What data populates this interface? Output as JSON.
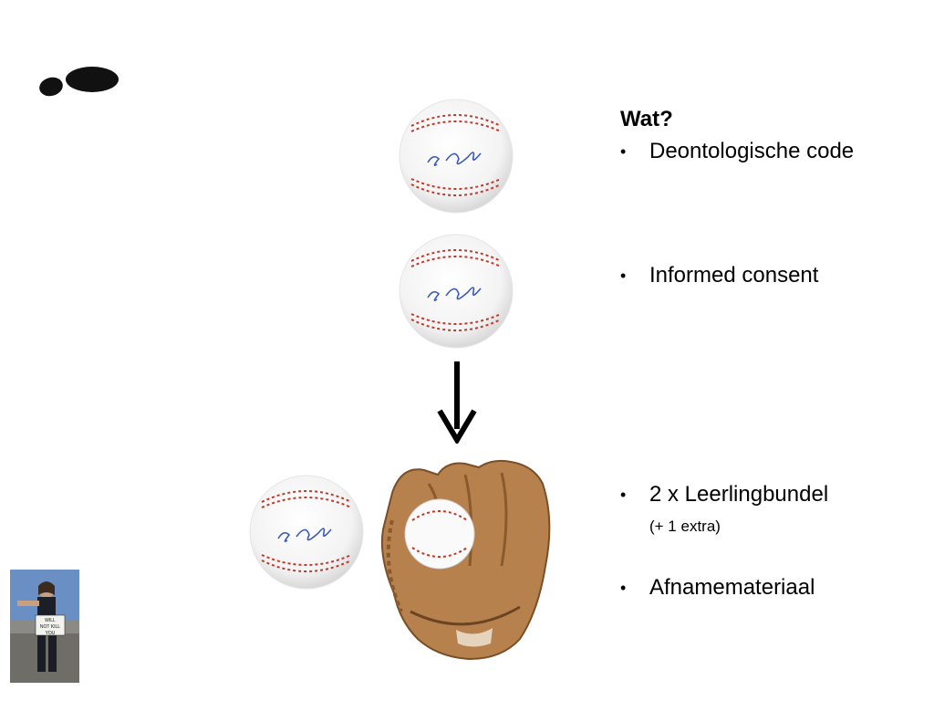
{
  "slide": {
    "heading": "Wat?",
    "bullets": [
      {
        "symbol": "•",
        "text": "Deontologische code"
      },
      {
        "symbol": "•",
        "text": "Informed consent"
      },
      {
        "symbol": "•",
        "text": "2 x Leerlingbundel"
      },
      {
        "symbol": "•",
        "text": "Afnamemateriaal"
      }
    ],
    "sub_note": "(+ 1 extra)"
  },
  "icons": {
    "footprint": "footprint-icon",
    "arrow": "arrow-down-icon"
  },
  "images": {
    "baseball": "signed-baseball",
    "glove": "baseball-glove-with-ball",
    "photo": "person-holding-sign-photo",
    "photo_sign_text": "WILL NOT KILL YOU"
  },
  "colors": {
    "stitch": "#c0392b",
    "signature": "#3a5bb8",
    "glove": "#b7814e",
    "text": "#000000"
  }
}
